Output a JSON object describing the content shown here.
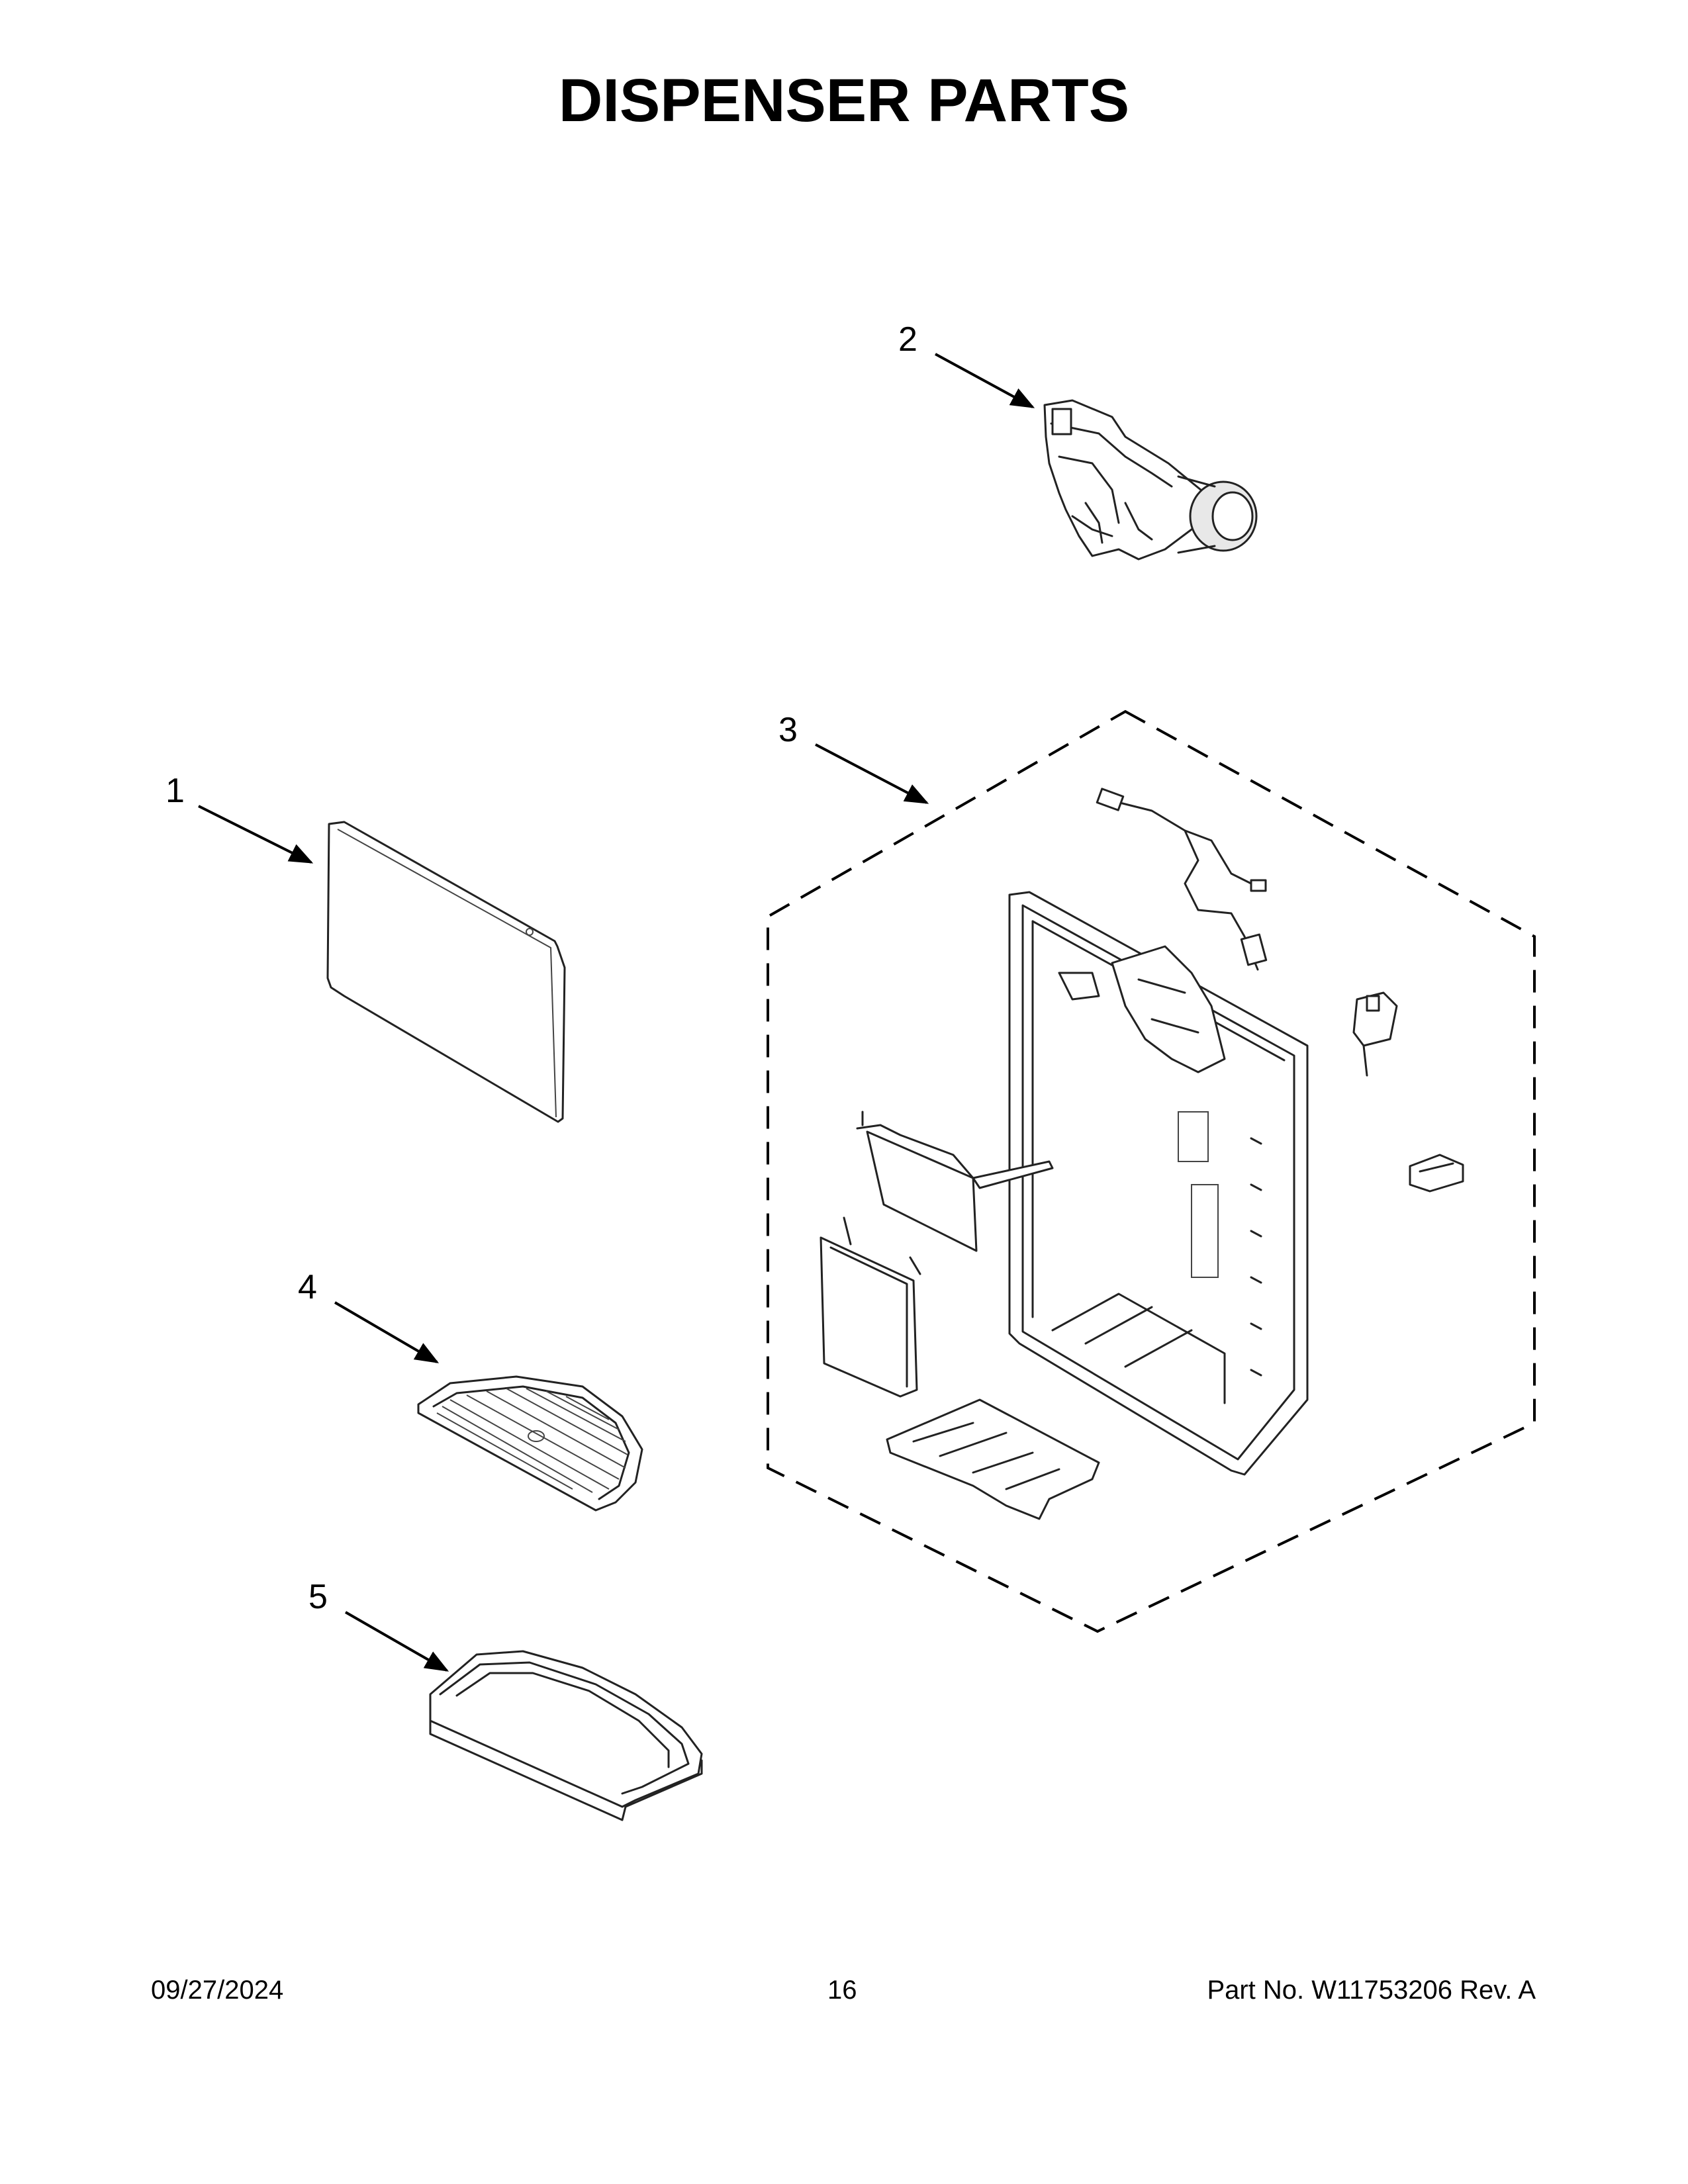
{
  "title": "DISPENSER PARTS",
  "callouts": [
    {
      "id": "1",
      "label": "1"
    },
    {
      "id": "2",
      "label": "2"
    },
    {
      "id": "3",
      "label": "3"
    },
    {
      "id": "4",
      "label": "4"
    },
    {
      "id": "5",
      "label": "5"
    }
  ],
  "footer": {
    "date": "09/27/2024",
    "page": "16",
    "part": "Part No.  W11753206  Rev.  A"
  }
}
